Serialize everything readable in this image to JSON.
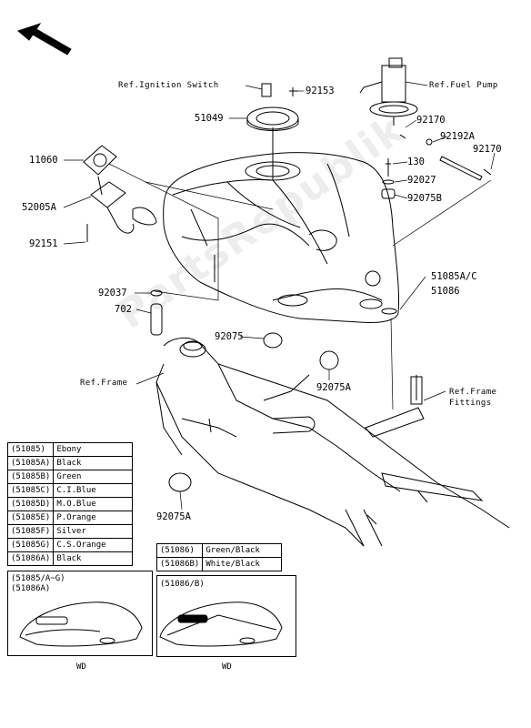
{
  "refs": {
    "ignition": "Ref.Ignition Switch",
    "fuel_pump": "Ref.Fuel Pump",
    "frame": "Ref.Frame",
    "frame_fittings_1": "Ref.Frame",
    "frame_fittings_2": "Fittings"
  },
  "parts": {
    "p92153": "92153",
    "p51049": "51049",
    "p92170a": "92170",
    "p92192A": "92192A",
    "p92170b": "92170",
    "p11060": "11060",
    "p130": "130",
    "p92027": "92027",
    "p92075B": "92075B",
    "p52005A": "52005A",
    "p92151": "92151",
    "p51085AC": "51085A/C",
    "p51086": "51086",
    "p92037": "92037",
    "p702": "702",
    "p92075": "92075",
    "p92075A_1": "92075A",
    "p92075A_2": "92075A"
  },
  "color_table_1": [
    {
      "code": "(51085)",
      "color": "Ebony"
    },
    {
      "code": "(51085A)",
      "color": "Black"
    },
    {
      "code": "(51085B)",
      "color": "Green"
    },
    {
      "code": "(51085C)",
      "color": "C.I.Blue"
    },
    {
      "code": "(51085D)",
      "color": "M.O.Blue"
    },
    {
      "code": "(51085E)",
      "color": "P.Orange"
    },
    {
      "code": "(51085F)",
      "color": "Silver"
    },
    {
      "code": "(51085G)",
      "color": "C.S.Orange"
    },
    {
      "code": "(51086A)",
      "color": "Black"
    }
  ],
  "color_table_2": [
    {
      "code": "(51086)",
      "color": "Green/Black"
    },
    {
      "code": "(51086B)",
      "color": "White/Black"
    }
  ],
  "detail_left": {
    "line1": "(51085/A~G)",
    "line2": "(51086A)",
    "footer": "WD"
  },
  "detail_right": {
    "line1": "(51086/B)",
    "footer": "WD"
  },
  "watermark": "PartsRepublik"
}
